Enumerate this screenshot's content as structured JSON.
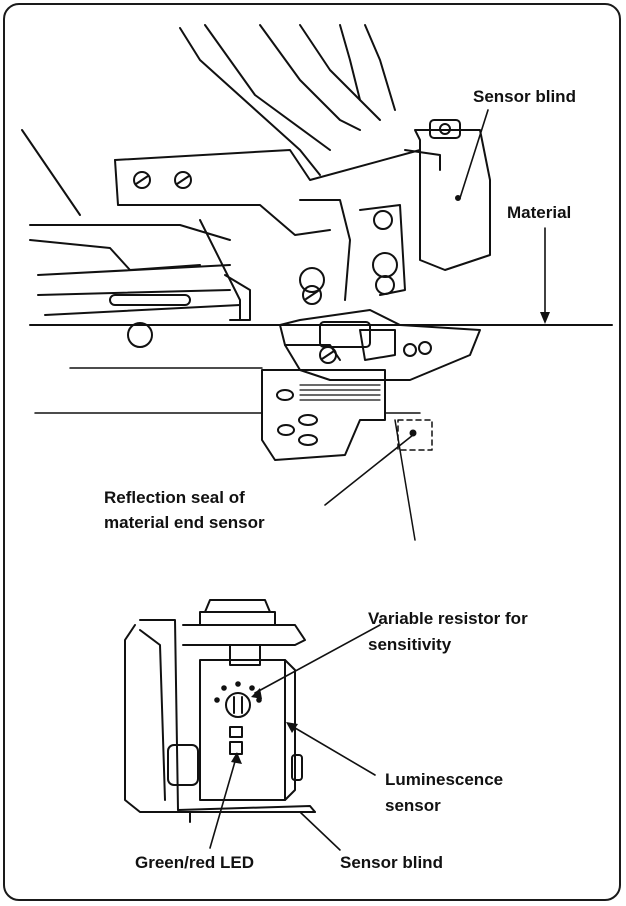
{
  "labels": {
    "sensor_blind_top": "Sensor blind",
    "material": "Material",
    "reflection_seal_line1": "Reflection seal of",
    "reflection_seal_line2": "material end sensor",
    "variable_resistor_line1": "Variable resistor for",
    "variable_resistor_line2": "sensitivity",
    "luminescence_line1": "Luminescence",
    "luminescence_line2": "sensor",
    "green_red_led": "Green/red LED",
    "sensor_blind_bottom": "Sensor blind"
  },
  "colors": {
    "line": "#111111",
    "background": "#ffffff"
  }
}
